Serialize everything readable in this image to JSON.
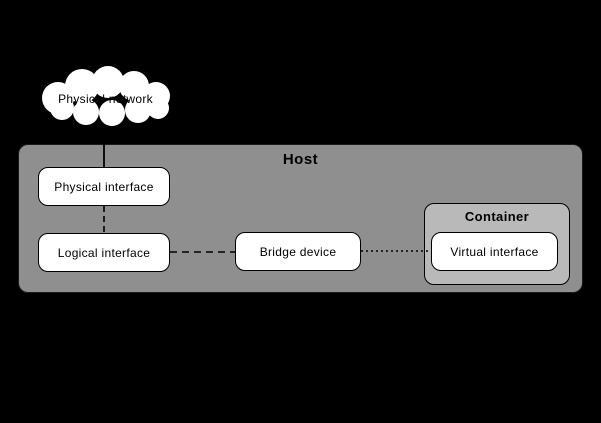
{
  "diagram": {
    "cloud": {
      "label": "Physical network"
    },
    "host": {
      "label": "Host"
    },
    "container": {
      "label": "Container"
    },
    "nodes": {
      "physical_interface": {
        "label": "Physical interface"
      },
      "logical_interface": {
        "label": "Logical interface"
      },
      "bridge_device": {
        "label": "Bridge device"
      },
      "virtual_interface": {
        "label": "Virtual interface"
      }
    },
    "edges": [
      {
        "from": "physical_network",
        "to": "physical_interface",
        "style": "solid"
      },
      {
        "from": "physical_interface",
        "to": "logical_interface",
        "style": "dashed"
      },
      {
        "from": "logical_interface",
        "to": "bridge_device",
        "style": "dashed"
      },
      {
        "from": "bridge_device",
        "to": "virtual_interface",
        "style": "dotted"
      }
    ],
    "colors": {
      "background": "#000000",
      "host_fill": "#8f8f8f",
      "container_fill": "#b9b9b9",
      "node_fill": "#ffffff",
      "line": "#000000"
    }
  }
}
